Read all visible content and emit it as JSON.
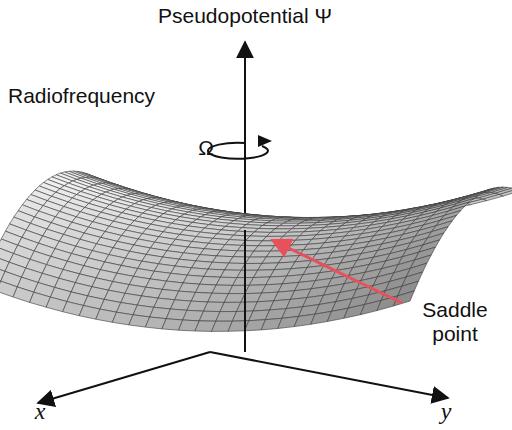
{
  "diagram": {
    "labels": [
      "Pseudopotential Ψ",
      "Radiofrequency",
      "Ω",
      "Saddle point",
      "x",
      "y"
    ]
  }
}
